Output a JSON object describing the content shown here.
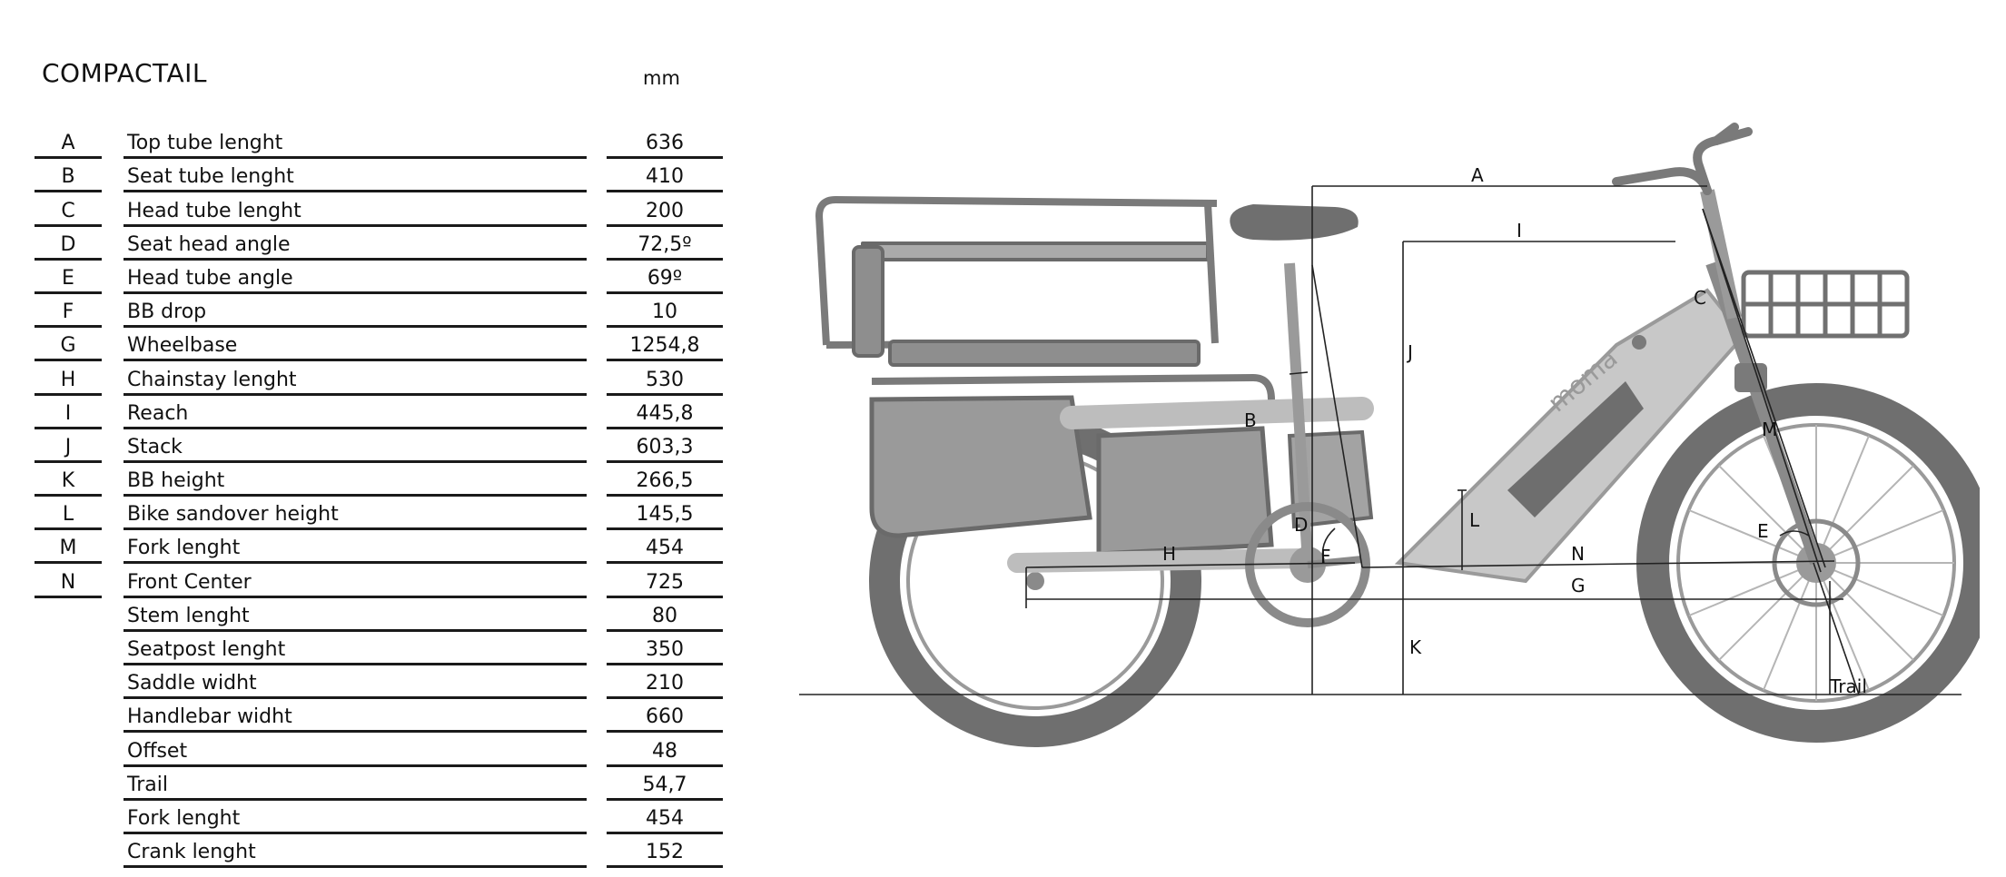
{
  "header": {
    "title": "COMPACTAIL",
    "unit": "mm"
  },
  "rows": [
    {
      "letter": "A",
      "name": "Top tube lenght",
      "value": "636"
    },
    {
      "letter": "B",
      "name": "Seat tube lenght",
      "value": "410"
    },
    {
      "letter": "C",
      "name": "Head tube lenght",
      "value": "200"
    },
    {
      "letter": "D",
      "name": "Seat head angle",
      "value": "72,5º"
    },
    {
      "letter": "E",
      "name": "Head tube angle",
      "value": "69º"
    },
    {
      "letter": "F",
      "name": "BB drop",
      "value": "10"
    },
    {
      "letter": "G",
      "name": "Wheelbase",
      "value": "1254,8"
    },
    {
      "letter": "H",
      "name": "Chainstay lenght",
      "value": "530"
    },
    {
      "letter": "I",
      "name": "Reach",
      "value": "445,8"
    },
    {
      "letter": "J",
      "name": "Stack",
      "value": "603,3"
    },
    {
      "letter": "K",
      "name": "BB height",
      "value": "266,5"
    },
    {
      "letter": "L",
      "name": "Bike sandover height",
      "value": "145,5"
    },
    {
      "letter": "M",
      "name": "Fork lenght",
      "value": "454"
    },
    {
      "letter": "N",
      "name": "Front Center",
      "value": "725"
    },
    {
      "letter": "",
      "name": "Stem lenght",
      "value": "80"
    },
    {
      "letter": "",
      "name": "Seatpost lenght",
      "value": "350"
    },
    {
      "letter": "",
      "name": "Saddle widht",
      "value": "210"
    },
    {
      "letter": "",
      "name": "Handlebar widht",
      "value": "660"
    },
    {
      "letter": "",
      "name": "Offset",
      "value": "48"
    },
    {
      "letter": "",
      "name": "Trail",
      "value": "54,7"
    },
    {
      "letter": "",
      "name": "Fork lenght",
      "value": "454"
    },
    {
      "letter": "",
      "name": "Crank lenght",
      "value": "152"
    }
  ],
  "diagram": {
    "labels": {
      "A": "A",
      "B": "B",
      "C": "C",
      "D": "D",
      "E": "E",
      "F": "F",
      "G": "G",
      "H": "H",
      "I": "I",
      "J": "J",
      "K": "K",
      "L": "L",
      "M": "M",
      "N": "N",
      "trail": "Trail",
      "brand": "moma"
    }
  },
  "colors": {
    "text": "#111111",
    "rule": "#1a1a1a",
    "bike_frame": "#bdbdbd",
    "bike_dark": "#8a8a8a",
    "tire": "#6f6f6f",
    "dimension_line": "#222222"
  }
}
